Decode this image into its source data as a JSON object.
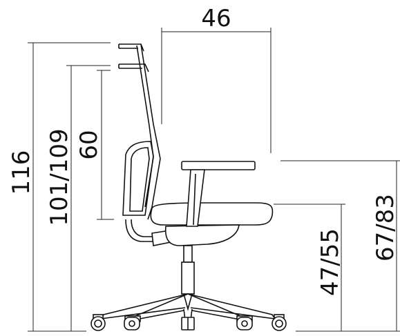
{
  "dimensions": {
    "depth": "46",
    "overall_height": "116",
    "backrest_top_height": "101/109",
    "backrest_height": "60",
    "seat_height": "47/55",
    "armrest_height": "67/83"
  },
  "colors": {
    "line": "#111111",
    "background": "#ffffff"
  }
}
